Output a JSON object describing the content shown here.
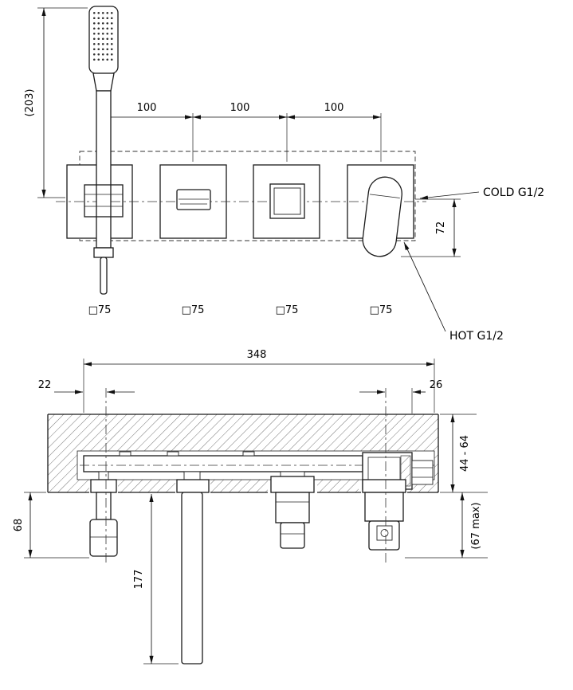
{
  "diagram": {
    "top_view": {
      "height_dim": "(203)",
      "spacing_dims": [
        "100",
        "100",
        "100"
      ],
      "plate_labels": [
        "□75",
        "□75",
        "□75",
        "□75"
      ],
      "cold_port_label": "COLD G1/2",
      "hot_port_label": "HOT G1/2",
      "handle_drop_dim": "72"
    },
    "section_view": {
      "overall_width_dim": "348",
      "left_offset_dim": "22",
      "right_offset_dim": "26",
      "wall_thickness_dim": "44 - 64",
      "holder_projection_dim": "68",
      "spout_drop_dim": "177",
      "max_projection_dim": "(67 max)"
    }
  }
}
